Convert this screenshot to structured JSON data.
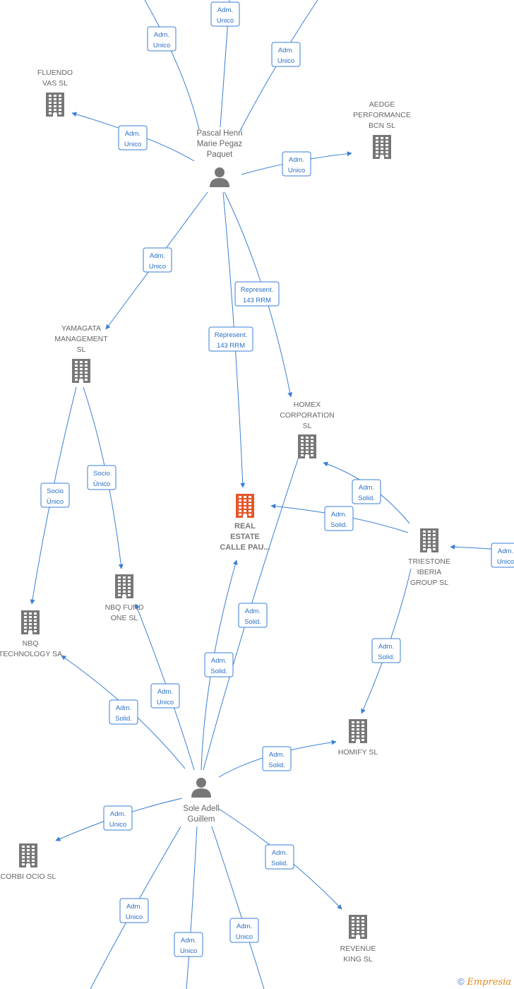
{
  "colors": {
    "edge": "#3a7fd4",
    "building": "#777777",
    "building_main": "#e8552b",
    "person": "#777777"
  },
  "persons": [
    {
      "id": "pascal",
      "label": [
        "Pascal Henri",
        "Marie Pegaz",
        "Paquet"
      ],
      "icon": "person-icon"
    },
    {
      "id": "sole",
      "label": [
        "Sole Adell",
        "Guillem"
      ],
      "icon": "person-icon"
    }
  ],
  "companies": [
    {
      "id": "fluendo",
      "label": [
        "FLUENDO",
        "VAS  SL"
      ],
      "main": false
    },
    {
      "id": "aedge",
      "label": [
        "AEDGE",
        "PERFORMANCE",
        "BCN SL"
      ],
      "main": false
    },
    {
      "id": "yamagata",
      "label": [
        "YAMAGATA",
        "MANAGEMENT",
        "SL"
      ],
      "main": false
    },
    {
      "id": "homex",
      "label": [
        "HOMEX",
        "CORPORATION",
        "SL"
      ],
      "main": false
    },
    {
      "id": "real",
      "label": [
        "REAL",
        "ESTATE",
        "CALLE PAU..."
      ],
      "main": true
    },
    {
      "id": "triestone",
      "label": [
        "TRIESTONE",
        "IBERIA",
        "GROUP  SL"
      ],
      "main": false
    },
    {
      "id": "nbqfund",
      "label": [
        "NBQ FUND",
        "ONE  SL"
      ],
      "main": false
    },
    {
      "id": "nbqtech",
      "label": [
        "NBQ",
        "TECHNOLOGY SA"
      ],
      "main": false
    },
    {
      "id": "homify",
      "label": [
        "HOMIFY  SL"
      ],
      "main": false
    },
    {
      "id": "corbi",
      "label": [
        "CORBI OCIO  SL"
      ],
      "main": false
    },
    {
      "id": "revenue",
      "label": [
        "REVENUE",
        "KING  SL"
      ],
      "main": false
    }
  ],
  "edges": [
    {
      "label": [
        "Adm.",
        "Unico"
      ]
    },
    {
      "label": [
        "Adm.",
        "Unico"
      ]
    },
    {
      "label": [
        "Adm.",
        "Unico"
      ]
    },
    {
      "label": [
        "Adm.",
        "Unico"
      ]
    },
    {
      "label": [
        "Adm.",
        "Unico"
      ]
    },
    {
      "label": [
        "Adm.",
        "Unico"
      ]
    },
    {
      "label": [
        "Represent.",
        "143 RRM"
      ]
    },
    {
      "label": [
        "Represent.",
        "143 RRM"
      ]
    },
    {
      "label": [
        "Socio",
        "Único"
      ]
    },
    {
      "label": [
        "Socio",
        "Único"
      ]
    },
    {
      "label": [
        "Adm.",
        "Solid."
      ]
    },
    {
      "label": [
        "Adm.",
        "Solid."
      ]
    },
    {
      "label": [
        "Adm.",
        "Unico"
      ]
    },
    {
      "label": [
        "Adm.",
        "Solid."
      ]
    },
    {
      "label": [
        "Adm.",
        "Solid."
      ]
    },
    {
      "label": [
        "Adm.",
        "Solid."
      ]
    },
    {
      "label": [
        "Adm.",
        "Unico"
      ]
    },
    {
      "label": [
        "Adm.",
        "Solid."
      ]
    },
    {
      "label": [
        "Adm.",
        "Solid."
      ]
    },
    {
      "label": [
        "Adm.",
        "Unico"
      ]
    },
    {
      "label": [
        "Adm.",
        "Solid."
      ]
    },
    {
      "label": [
        "Adm.",
        "Unico"
      ]
    },
    {
      "label": [
        "Adm.",
        "Unico"
      ]
    },
    {
      "label": [
        "Adm.",
        "Unico"
      ]
    },
    {
      "label": [
        "Adm.",
        "Unico"
      ]
    }
  ],
  "footer": {
    "copyright": "©",
    "brand": "Empresia"
  }
}
